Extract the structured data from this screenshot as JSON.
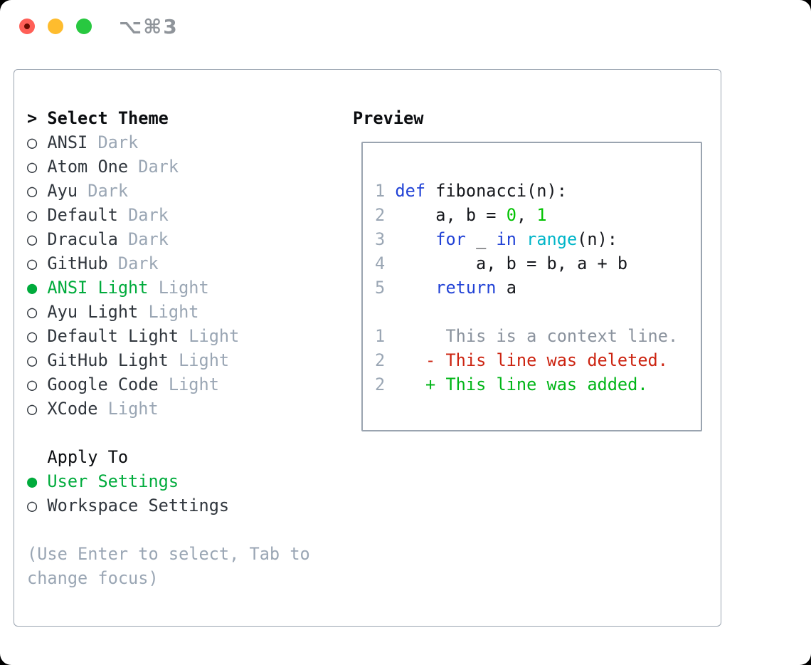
{
  "window": {
    "titlebar": {
      "shortcut": "⌥⌘3",
      "traffic_lights": [
        "close",
        "minimize",
        "zoom"
      ]
    }
  },
  "theme_panel": {
    "header": {
      "cursor": "> ",
      "label": "Select Theme"
    },
    "items": [
      {
        "name": "ANSI",
        "variant": "Dark",
        "selected": false
      },
      {
        "name": "Atom One",
        "variant": "Dark",
        "selected": false
      },
      {
        "name": "Ayu",
        "variant": "Dark",
        "selected": false
      },
      {
        "name": "Default",
        "variant": "Dark",
        "selected": false
      },
      {
        "name": "Dracula",
        "variant": "Dark",
        "selected": false
      },
      {
        "name": "GitHub",
        "variant": "Dark",
        "selected": false
      },
      {
        "name": "ANSI Light",
        "variant": "Light",
        "selected": true
      },
      {
        "name": "Ayu Light",
        "variant": "Light",
        "selected": false
      },
      {
        "name": "Default Light",
        "variant": "Light",
        "selected": false
      },
      {
        "name": "GitHub Light",
        "variant": "Light",
        "selected": false
      },
      {
        "name": "Google Code",
        "variant": "Light",
        "selected": false
      },
      {
        "name": "XCode",
        "variant": "Light",
        "selected": false
      }
    ],
    "markers": {
      "selected": "●",
      "unselected": "○"
    },
    "apply_to": {
      "label": "Apply To",
      "options": [
        {
          "name": "User Settings",
          "selected": true
        },
        {
          "name": "Workspace Settings",
          "selected": false
        }
      ]
    },
    "help_lines": [
      "(Use Enter to select, Tab to",
      "change focus)"
    ]
  },
  "preview_panel": {
    "header": "Preview",
    "code_lines": [
      {
        "no": "1",
        "tokens": [
          {
            "t": "def",
            "c": "keyword"
          },
          {
            "t": " fibonacci(n):",
            "c": "default"
          }
        ]
      },
      {
        "no": "2",
        "tokens": [
          {
            "t": "    a, b = ",
            "c": "default"
          },
          {
            "t": "0",
            "c": "number"
          },
          {
            "t": ", ",
            "c": "default"
          },
          {
            "t": "1",
            "c": "number"
          }
        ]
      },
      {
        "no": "3",
        "tokens": [
          {
            "t": "    ",
            "c": "default"
          },
          {
            "t": "for",
            "c": "keyword"
          },
          {
            "t": " _ ",
            "c": "default"
          },
          {
            "t": "in",
            "c": "keyword"
          },
          {
            "t": " ",
            "c": "default"
          },
          {
            "t": "range",
            "c": "builtin"
          },
          {
            "t": "(n):",
            "c": "default"
          }
        ]
      },
      {
        "no": "4",
        "tokens": [
          {
            "t": "        a, b = b, a + b",
            "c": "default"
          }
        ]
      },
      {
        "no": "5",
        "tokens": [
          {
            "t": "    ",
            "c": "default"
          },
          {
            "t": "return",
            "c": "keyword"
          },
          {
            "t": " a",
            "c": "default"
          }
        ]
      }
    ],
    "diff_lines": [
      {
        "no": "1",
        "marker": " ",
        "text": "This is a context line.",
        "type": "context"
      },
      {
        "no": "2",
        "marker": "-",
        "text": "This line was deleted.",
        "type": "deleted"
      },
      {
        "no": "2",
        "marker": "+",
        "text": "This line was added.",
        "type": "added"
      }
    ]
  },
  "colors": {
    "traffic_red": "#ff5f57",
    "traffic_red_dot": "#6b0c00",
    "traffic_yellow": "#febc2e",
    "traffic_green": "#28c840",
    "titlebar_gray": "#8f949a",
    "border_gray": "#9aa4b0",
    "text_black": "#0b0d10",
    "text_dark": "#30363d",
    "muted_gray": "#9aa6b4",
    "selected_green": "#00ab3c",
    "keyword_blue": "#2142d6",
    "builtin_cyan": "#00b5c8",
    "number_green": "#00c200",
    "context_gray": "#8b939e",
    "deleted_red": "#cc2411",
    "added_green": "#00b517",
    "code_default": "#16181d"
  }
}
